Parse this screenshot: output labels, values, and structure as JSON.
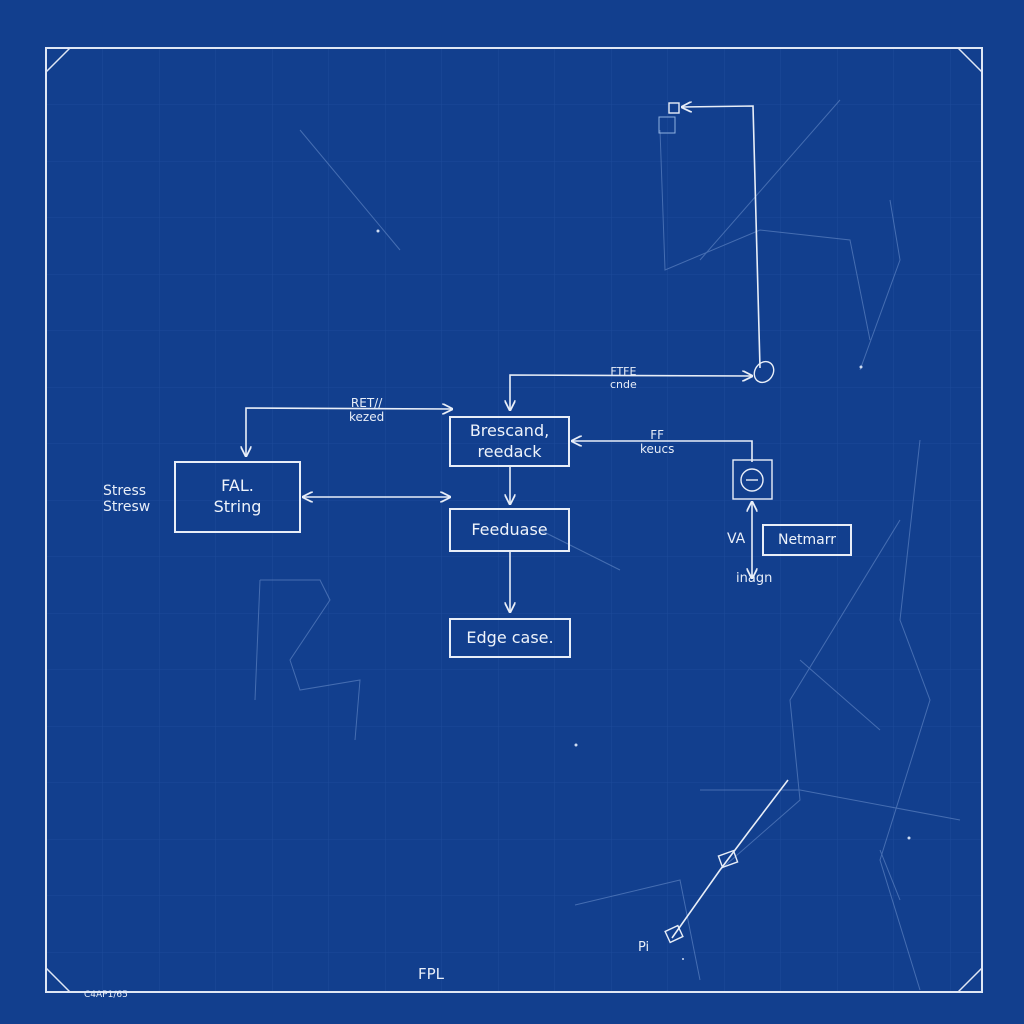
{
  "boxes": {
    "fal": [
      "FAL.",
      "String"
    ],
    "brescand": [
      "Brescand,",
      "reedack"
    ],
    "feeduase": "Feeduase",
    "edge": "Edge case.",
    "netmarr": "Netmarr"
  },
  "labels": {
    "stress": [
      "Stress",
      "Stresw"
    ],
    "top_left_edge": [
      "RET//",
      "kezed"
    ],
    "top_right_edge": [
      "FTFE",
      "cnde"
    ],
    "right_edge": [
      "FF",
      "keucs"
    ],
    "va": "VA",
    "inagn": "inagn",
    "pi": "Pi",
    "fpl": "FPL",
    "corner_note": "C4AP1/65"
  },
  "colors": {
    "background": "#123f8e",
    "line": "#e8eef8",
    "grid": "#2f5fae"
  }
}
